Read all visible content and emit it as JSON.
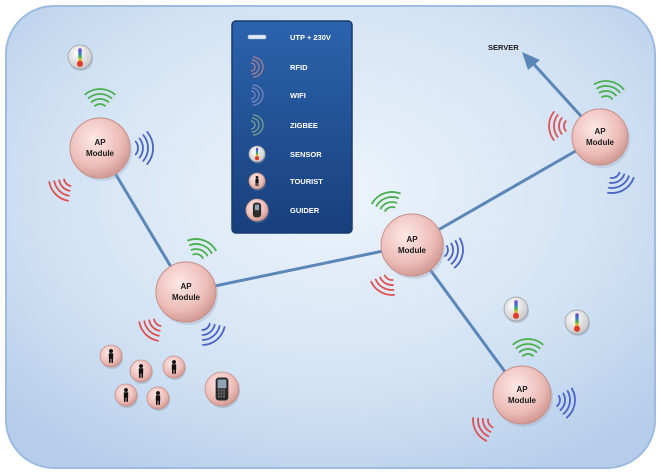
{
  "network": {
    "ap_label_line1": "AP",
    "ap_label_line2": "Module",
    "server_label": "SERVER"
  },
  "legend": {
    "items": [
      {
        "icon": "utp-cable-icon",
        "label": "UTP + 230V"
      },
      {
        "icon": "rfid-signal-icon",
        "label": "RFID"
      },
      {
        "icon": "wifi-signal-icon",
        "label": "WIFI"
      },
      {
        "icon": "zigbee-signal-icon",
        "label": "ZIGBEE"
      },
      {
        "icon": "sensor-thermometer-icon",
        "label": "SENSOR"
      },
      {
        "icon": "tourist-person-icon",
        "label": "TOURIST"
      },
      {
        "icon": "guider-phone-icon",
        "label": "GUIDER"
      }
    ]
  },
  "colors": {
    "background": "#c9dcf1",
    "border": "#8fb3dd",
    "link": "#5b86b8",
    "node": "#e9b7b2",
    "wifi": "#4caf50",
    "rfid": "#e05050",
    "zigbee": "#4a63c9",
    "legend_bg": "#22549b"
  }
}
